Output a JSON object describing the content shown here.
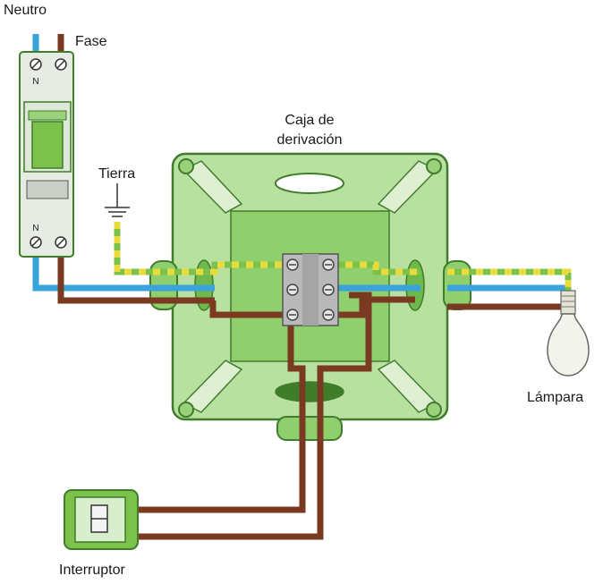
{
  "labels": {
    "neutro": "Neutro",
    "fase": "Fase",
    "tierra": "Tierra",
    "caja_line1": "Caja de",
    "caja_line2": "derivación",
    "lampara": "Lámpara",
    "interruptor": "Interruptor",
    "breaker_n_top": "N",
    "breaker_n_bottom": "N"
  },
  "colors": {
    "neutral_wire": "#3aa3dc",
    "phase_wire": "#7a3a22",
    "earth_green": "#7cc24a",
    "earth_yellow": "#e8dc3c",
    "box_fill": "#b8e0a0",
    "box_inner": "#8fcf6e",
    "box_stroke": "#3f7d2a",
    "breaker_fill": "#e6ece3",
    "breaker_handle": "#7cc24a",
    "terminal_block": "#b9b9b9"
  },
  "icons": [
    "ground-symbol-icon",
    "lamp-bulb-icon",
    "switch-icon",
    "breaker-icon"
  ]
}
